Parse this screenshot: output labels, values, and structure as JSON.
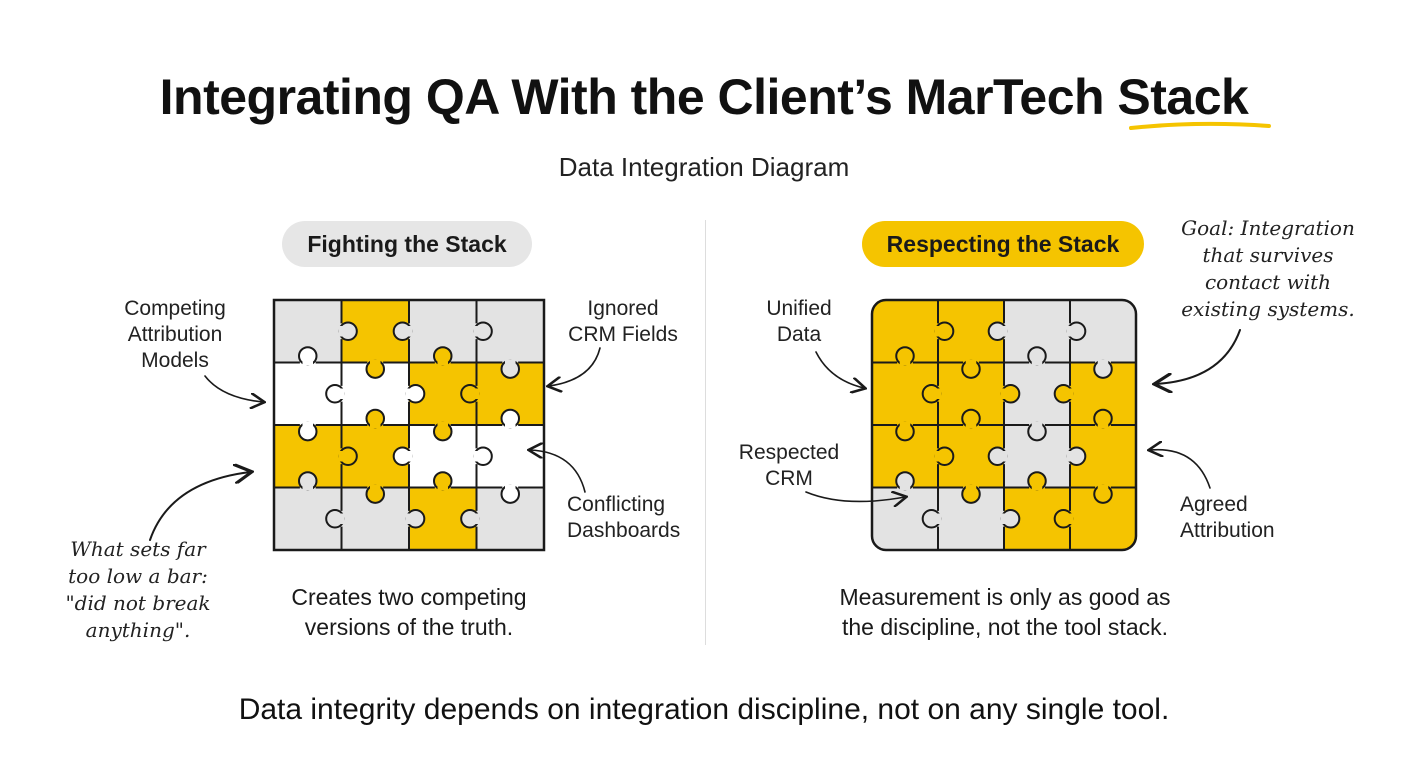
{
  "title": "Integrating QA With the Client’s MarTech Stack",
  "subtitle": "Data Integration Diagram",
  "left_panel": {
    "heading": "Fighting the Stack",
    "labels": {
      "competing_attribution": "Competing\nAttribution\nModels",
      "ignored_crm": "Ignored\nCRM Fields",
      "conflicting_dashboards": "Conflicting\nDashboards"
    },
    "handwritten_note": "What sets far\ntoo low a bar:\n\"did not break\nanything\".",
    "caption": "Creates two competing\nversions of the truth.",
    "puzzle_grid": [
      [
        "gray",
        "yellow",
        "gray",
        "gray"
      ],
      [
        "white",
        "white",
        "yellow",
        "yellow"
      ],
      [
        "yellow",
        "yellow",
        "white",
        "white"
      ],
      [
        "gray",
        "gray",
        "yellow",
        "gray"
      ]
    ]
  },
  "right_panel": {
    "heading": "Respecting the Stack",
    "labels": {
      "unified_data": "Unified\nData",
      "respected_crm": "Respected\nCRM",
      "agreed_attribution": "Agreed\nAttribution"
    },
    "handwritten_note": "Goal: Integration\nthat survives\ncontact with\nexisting systems.",
    "caption": "Measurement is only as good as\nthe discipline, not the tool stack.",
    "puzzle_grid": [
      [
        "yellow",
        "yellow",
        "gray",
        "gray"
      ],
      [
        "yellow",
        "yellow",
        "gray",
        "yellow"
      ],
      [
        "yellow",
        "yellow",
        "gray",
        "yellow"
      ],
      [
        "gray",
        "gray",
        "yellow",
        "yellow"
      ]
    ]
  },
  "footer": "Data integrity depends on integration discipline, not on any single tool.",
  "colors": {
    "accent_yellow": "#f5c400",
    "piece_gray": "#e3e3e3",
    "piece_white": "#ffffff",
    "outline": "#1a1a1a",
    "pill_gray": "#e6e6e6"
  }
}
